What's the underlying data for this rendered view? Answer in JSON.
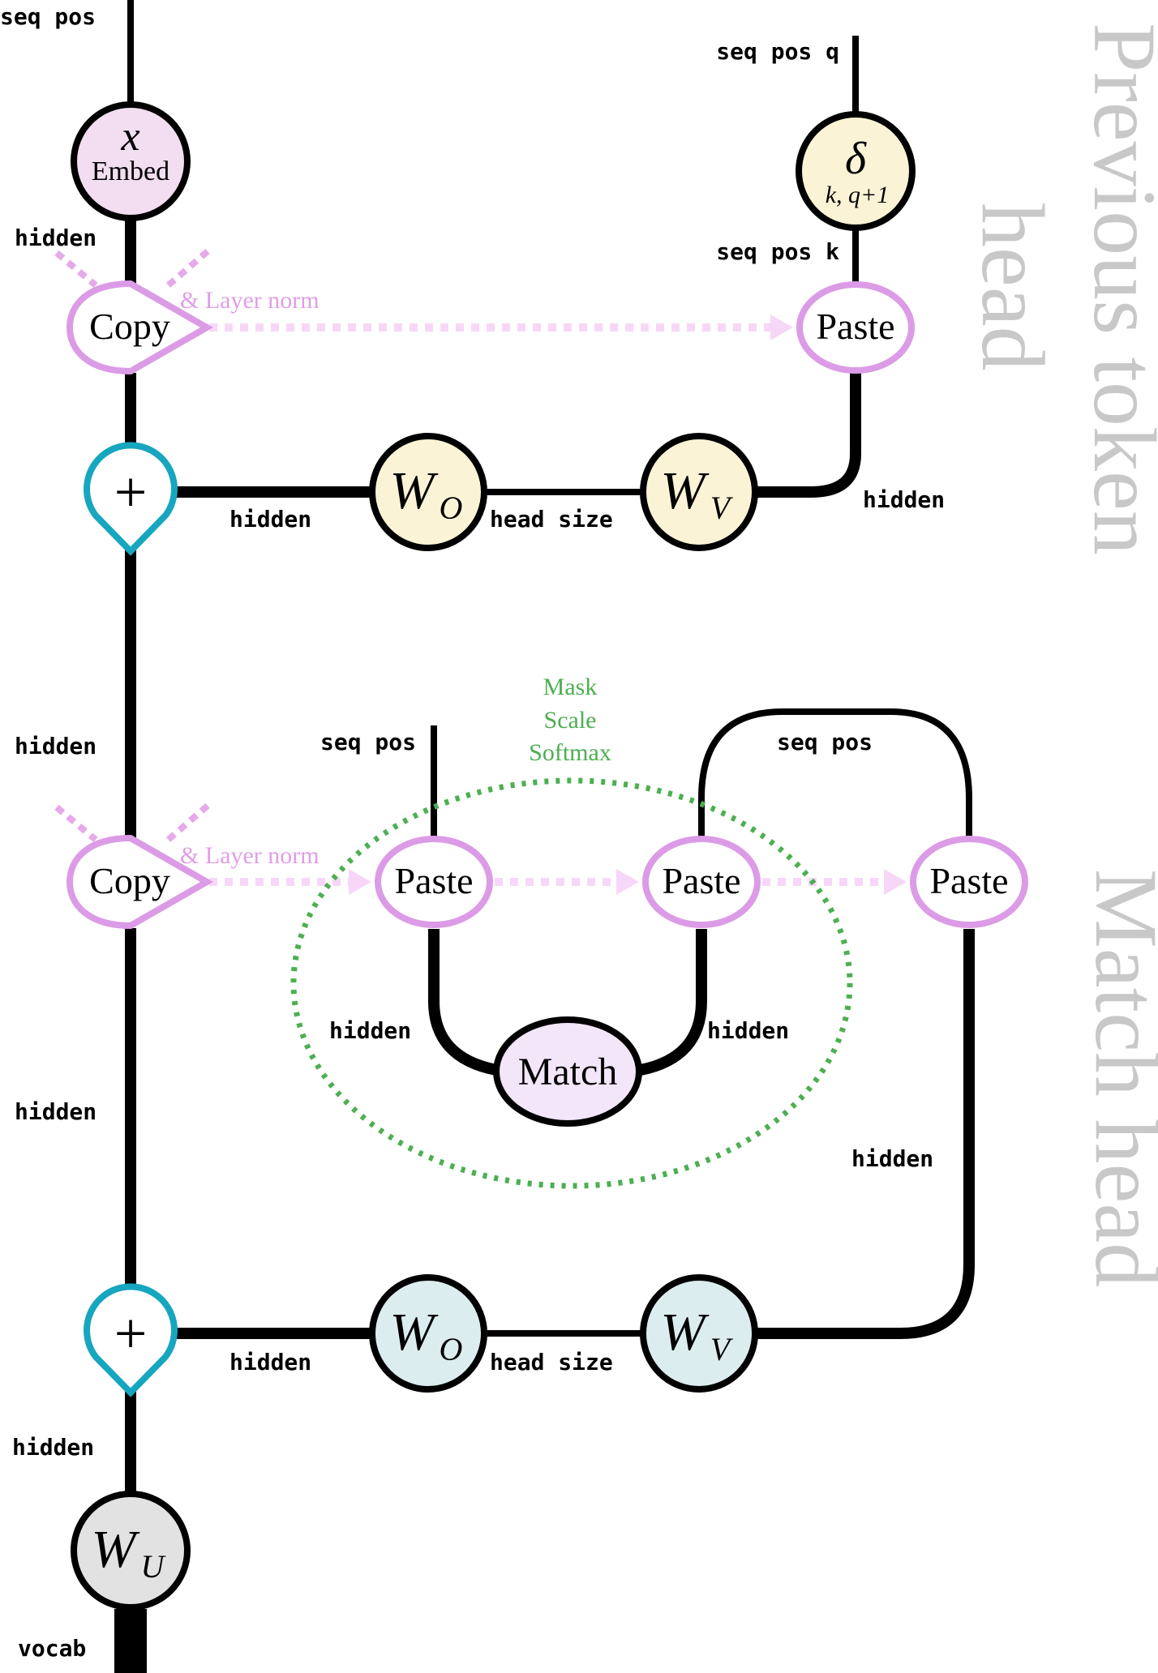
{
  "diagram": {
    "titles": {
      "top_line1": "Previous token",
      "top_line2": "head",
      "bottom": "Match head"
    },
    "labels": {
      "seq_pos_top": "seq pos",
      "hidden_1": "hidden",
      "seq_pos_q": "seq pos q",
      "seq_pos_k": "seq pos k",
      "hidden_ov1_in": "hidden",
      "hidden_ov1_out": "hidden",
      "head_size_1": "head size",
      "hidden_resid_2": "hidden",
      "seq_pos_match": "seq pos",
      "seq_pos_arc": "seq pos",
      "hidden_match_left": "hidden",
      "hidden_match_right": "hidden",
      "hidden_resid_3": "hidden",
      "hidden_ov2_in": "hidden",
      "hidden_ov2_out": "hidden",
      "head_size_2": "head size",
      "hidden_resid_4": "hidden",
      "vocab": "vocab"
    },
    "annotations": {
      "layer_norm_1": "& Layer norm",
      "layer_norm_2": "& Layer norm",
      "mask": "Mask",
      "scale": "Scale",
      "softmax": "Softmax"
    },
    "nodes": {
      "embed_symbol": "x",
      "embed_label": "Embed",
      "delta_symbol": "δ",
      "delta_sub": "k, q+1",
      "copy_1": "Copy",
      "copy_2": "Copy",
      "paste_delta": "Paste",
      "paste_a": "Paste",
      "paste_b": "Paste",
      "paste_c": "Paste",
      "plus_1": "+",
      "plus_2": "+",
      "wo_1": "W",
      "wo_1_sub": "O",
      "wv_1": "W",
      "wv_1_sub": "V",
      "wo_2": "W",
      "wo_2_sub": "O",
      "wv_2": "W",
      "wv_2_sub": "V",
      "wu": "W",
      "wu_sub": "U",
      "match": "Match"
    },
    "colors": {
      "embed_fill": "#f2def0",
      "yellow_fill": "#fbf3d6",
      "blue_fill": "#dcedf0",
      "match_fill": "#f3e6f9",
      "wu_fill": "#e2e2e2",
      "copy_paste_stroke": "#dc9be6",
      "plus_stroke": "#16a6bf",
      "green_ellipse": "#4caf50",
      "title_gray": "#c8c8c8"
    }
  }
}
